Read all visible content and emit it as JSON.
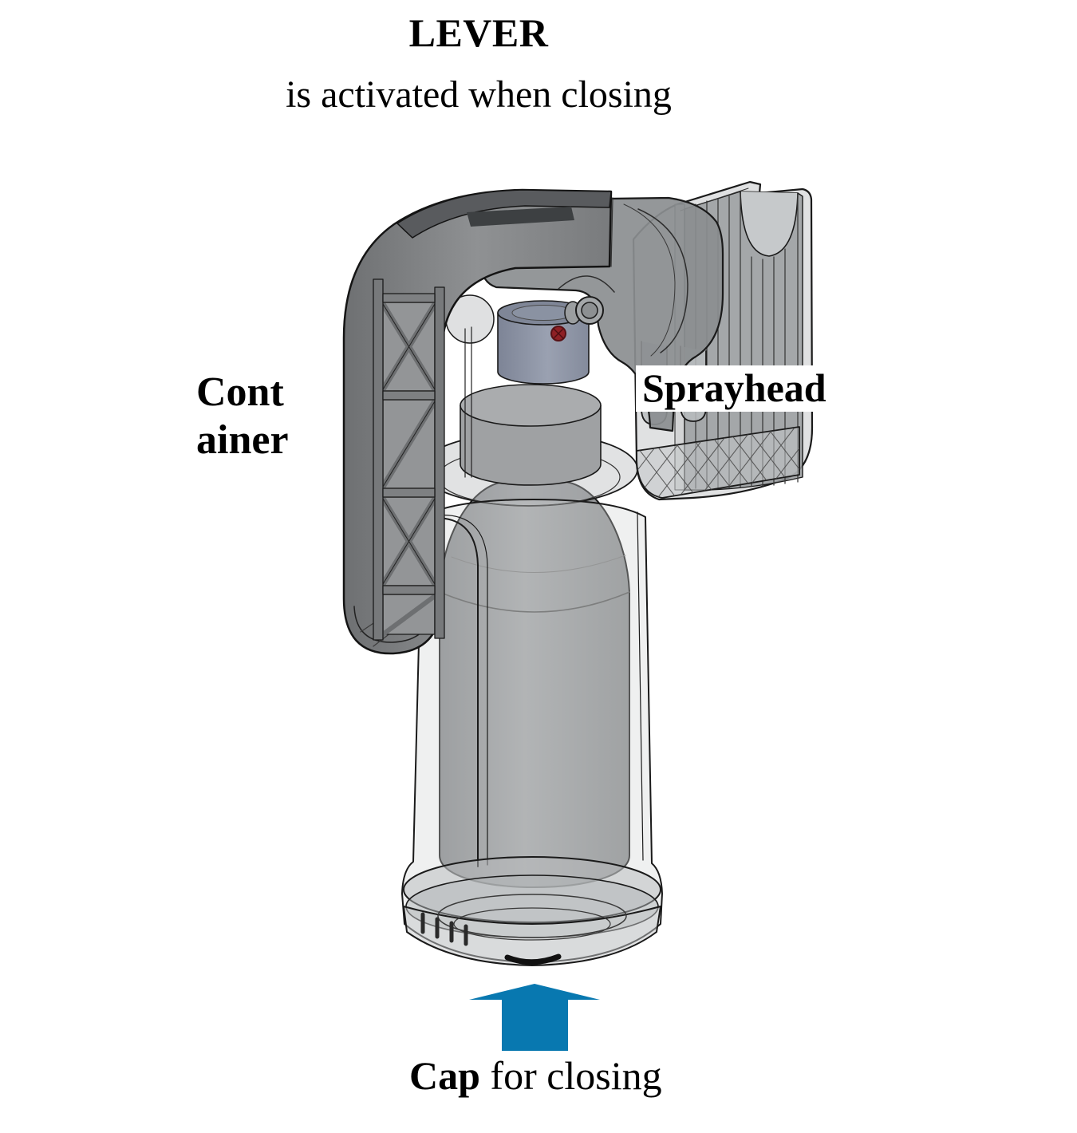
{
  "header": {
    "title": "LEVER",
    "subtitle": "is activated when closing"
  },
  "labels": {
    "container_line1": "Cont",
    "container_line2": "ainer",
    "sprayhead": "Sprayhead",
    "cap_bold": "Cap",
    "cap_rest": " for closing"
  },
  "figure": {
    "type": "cad-isometric-cutaway",
    "subject": "hand-held spray device with closing lever",
    "parts": [
      "lever",
      "container",
      "sprayhead",
      "cap"
    ],
    "arrow": {
      "direction": "up",
      "color": "#0878B0"
    }
  },
  "colors": {
    "background": "#FFFFFF",
    "text": "#000000",
    "arrow_blue": "#0878B0",
    "lever_gray": "#7E8082",
    "lever_top_dark": "#55575A",
    "bottle_gray": "#949698",
    "shell_transparent_gray": "#C9CCCD",
    "holder_rib_gray": "#999C9F",
    "valve_stem_blue_gray": "#8E95A5",
    "detail_red": "#8E2025",
    "outline": "#1A1A1A"
  }
}
